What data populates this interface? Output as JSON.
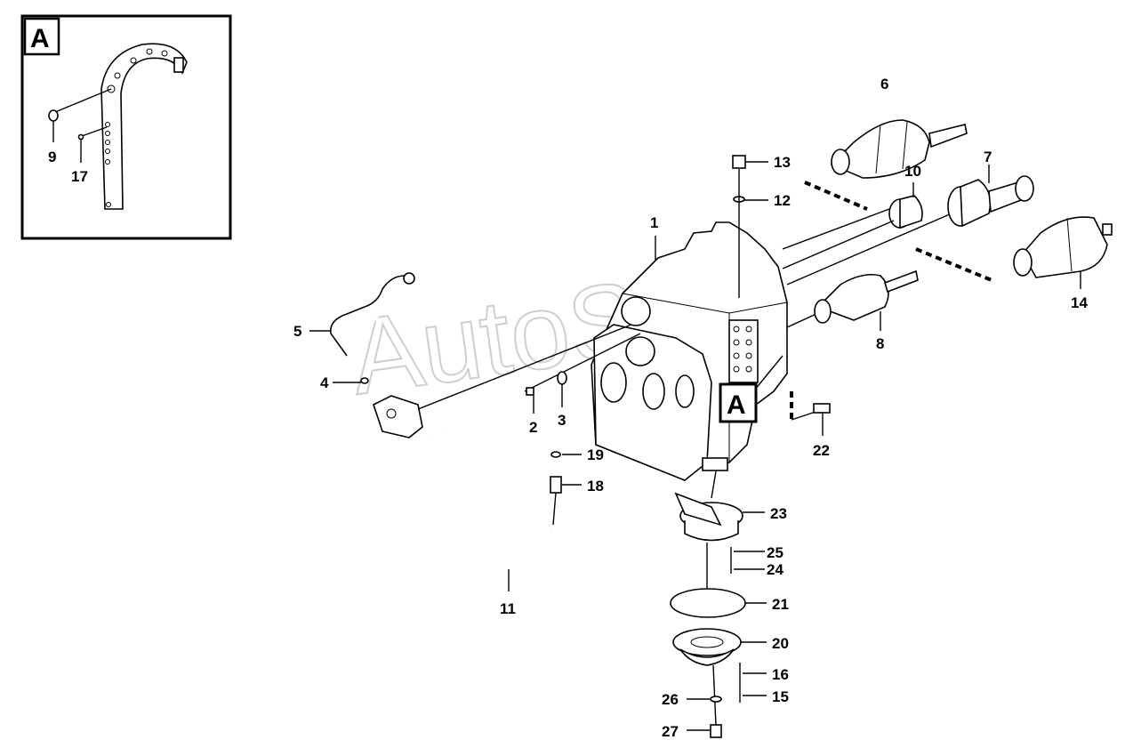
{
  "inset": {
    "letter": "A"
  },
  "callout": {
    "letter": "A"
  },
  "watermark": "AutoSoft",
  "labels": [
    "1",
    "2",
    "3",
    "4",
    "5",
    "6",
    "7",
    "8",
    "9",
    "10",
    "11",
    "12",
    "13",
    "14",
    "15",
    "16",
    "17",
    "18",
    "19",
    "20",
    "21",
    "22",
    "23",
    "24",
    "25",
    "26",
    "27"
  ]
}
